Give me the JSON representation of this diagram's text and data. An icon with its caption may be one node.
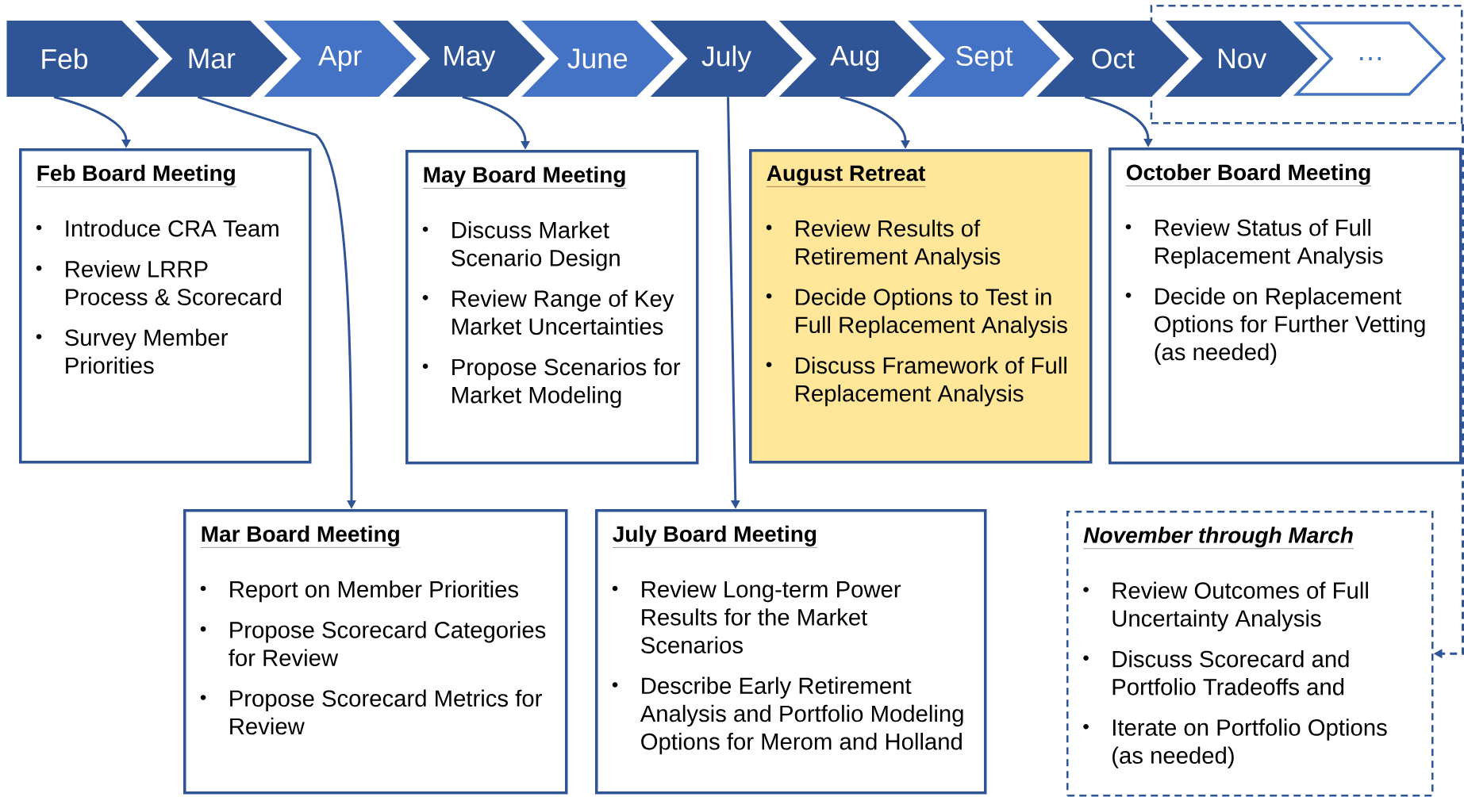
{
  "diagram": {
    "nodes": [
      {
        "text": [
          "Feb"
        ]
      },
      {
        "text": [
          "Mar"
        ]
      },
      {
        "text": [
          "Apr"
        ]
      },
      {
        "text": [
          "May"
        ]
      },
      {
        "text": [
          "June"
        ]
      },
      {
        "text": [
          "July"
        ]
      },
      {
        "text": [
          "Aug"
        ]
      },
      {
        "text": [
          "Sept"
        ]
      },
      {
        "text": [
          "Oct"
        ]
      },
      {
        "text": [],
        "shape": "box"
      },
      {
        "text": [
          "Nov"
        ],
        "in": 9
      },
      {
        "text": [
          "…"
        ],
        "in": 9
      },
      {
        "text": [
          "Feb Board Meeting",
          "Introduce CRA Team",
          "Review LRRP Process & Scorecard",
          "Survey Member Priorities"
        ]
      },
      {
        "text": [
          "May Board Meeting",
          "Discuss Market Scenario Design",
          "Review Range of Key Market Uncertainties",
          "Propose Scenarios for Market Modeling"
        ]
      },
      {
        "text": [
          "August Retreat",
          "Review Results of Retirement Analysis",
          "Decide Options to Test in Full Replacement Analysis",
          "Discuss Framework of Full Replacement Analysis"
        ]
      },
      {
        "text": [
          "October Board Meeting",
          "Review Status of Full Replacement Analysis",
          "Decide on Replacement Options for Further Vetting (as needed)"
        ]
      },
      {
        "text": [
          "Mar Board Meeting",
          "Report on Member Priorities",
          "Propose Scorecard Categories for Review",
          "Propose Scorecard Metrics for Review"
        ]
      },
      {
        "text": [
          "July Board Meeting",
          "Review Long-term Power Results for the Market Scenarios",
          "Describe Early Retirement Analysis and Portfolio Modeling Options for Merom and Holland"
        ]
      },
      {
        "text": [
          "November through March",
          "Review Outcomes of Full Uncertainty Analysis",
          "Discuss Scorecard and Portfolio Tradeoffs and",
          "Iterate on Portfolio Options (as needed)"
        ]
      }
    ],
    "edges": [
      {
        "from": 0,
        "to": 12,
        "arrow": "to"
      },
      {
        "from": 1,
        "to": 16,
        "arrow": "to"
      },
      {
        "from": 3,
        "to": 13,
        "arrow": "to"
      },
      {
        "from": 5,
        "to": 17,
        "arrow": "to"
      },
      {
        "from": 6,
        "to": 14,
        "arrow": "to"
      },
      {
        "from": 8,
        "to": 15,
        "arrow": "to"
      },
      {
        "from": 9,
        "to": 18,
        "arrow": "to",
        "style": "dashed"
      }
    ]
  }
}
